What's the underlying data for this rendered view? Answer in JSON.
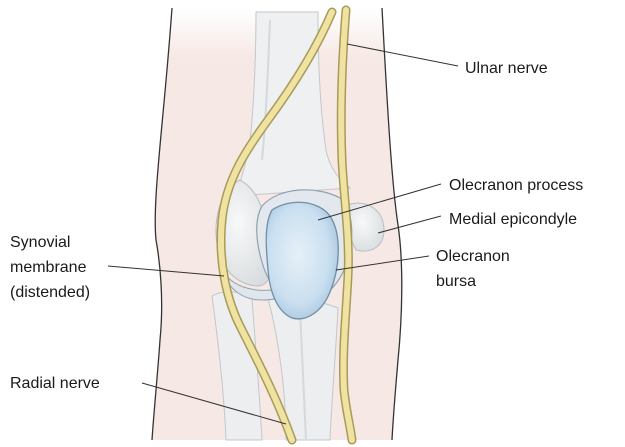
{
  "labels": {
    "ulnar_nerve": "Ulnar nerve",
    "olecranon_process": "Olecranon process",
    "medial_epicondyle": "Medial epicondyle",
    "olecranon_bursa": [
      "Olecranon",
      "bursa"
    ],
    "synovial_membrane": [
      "Synovial",
      "membrane",
      "(distended)"
    ],
    "radial_nerve": "Radial nerve"
  },
  "colors": {
    "skin": "#f6e8e4",
    "skin_outline": "#333333",
    "bone": "#eceeef",
    "bone_shade": "#d6dadc",
    "bone_outline": "#b8bfc3",
    "nerve_fill": "#f0e2a0",
    "nerve_outline": "#a79b5a",
    "bursa_fill": "#c9dff0",
    "bursa_outline": "#6f8fa8",
    "leader_line": "#333333"
  }
}
